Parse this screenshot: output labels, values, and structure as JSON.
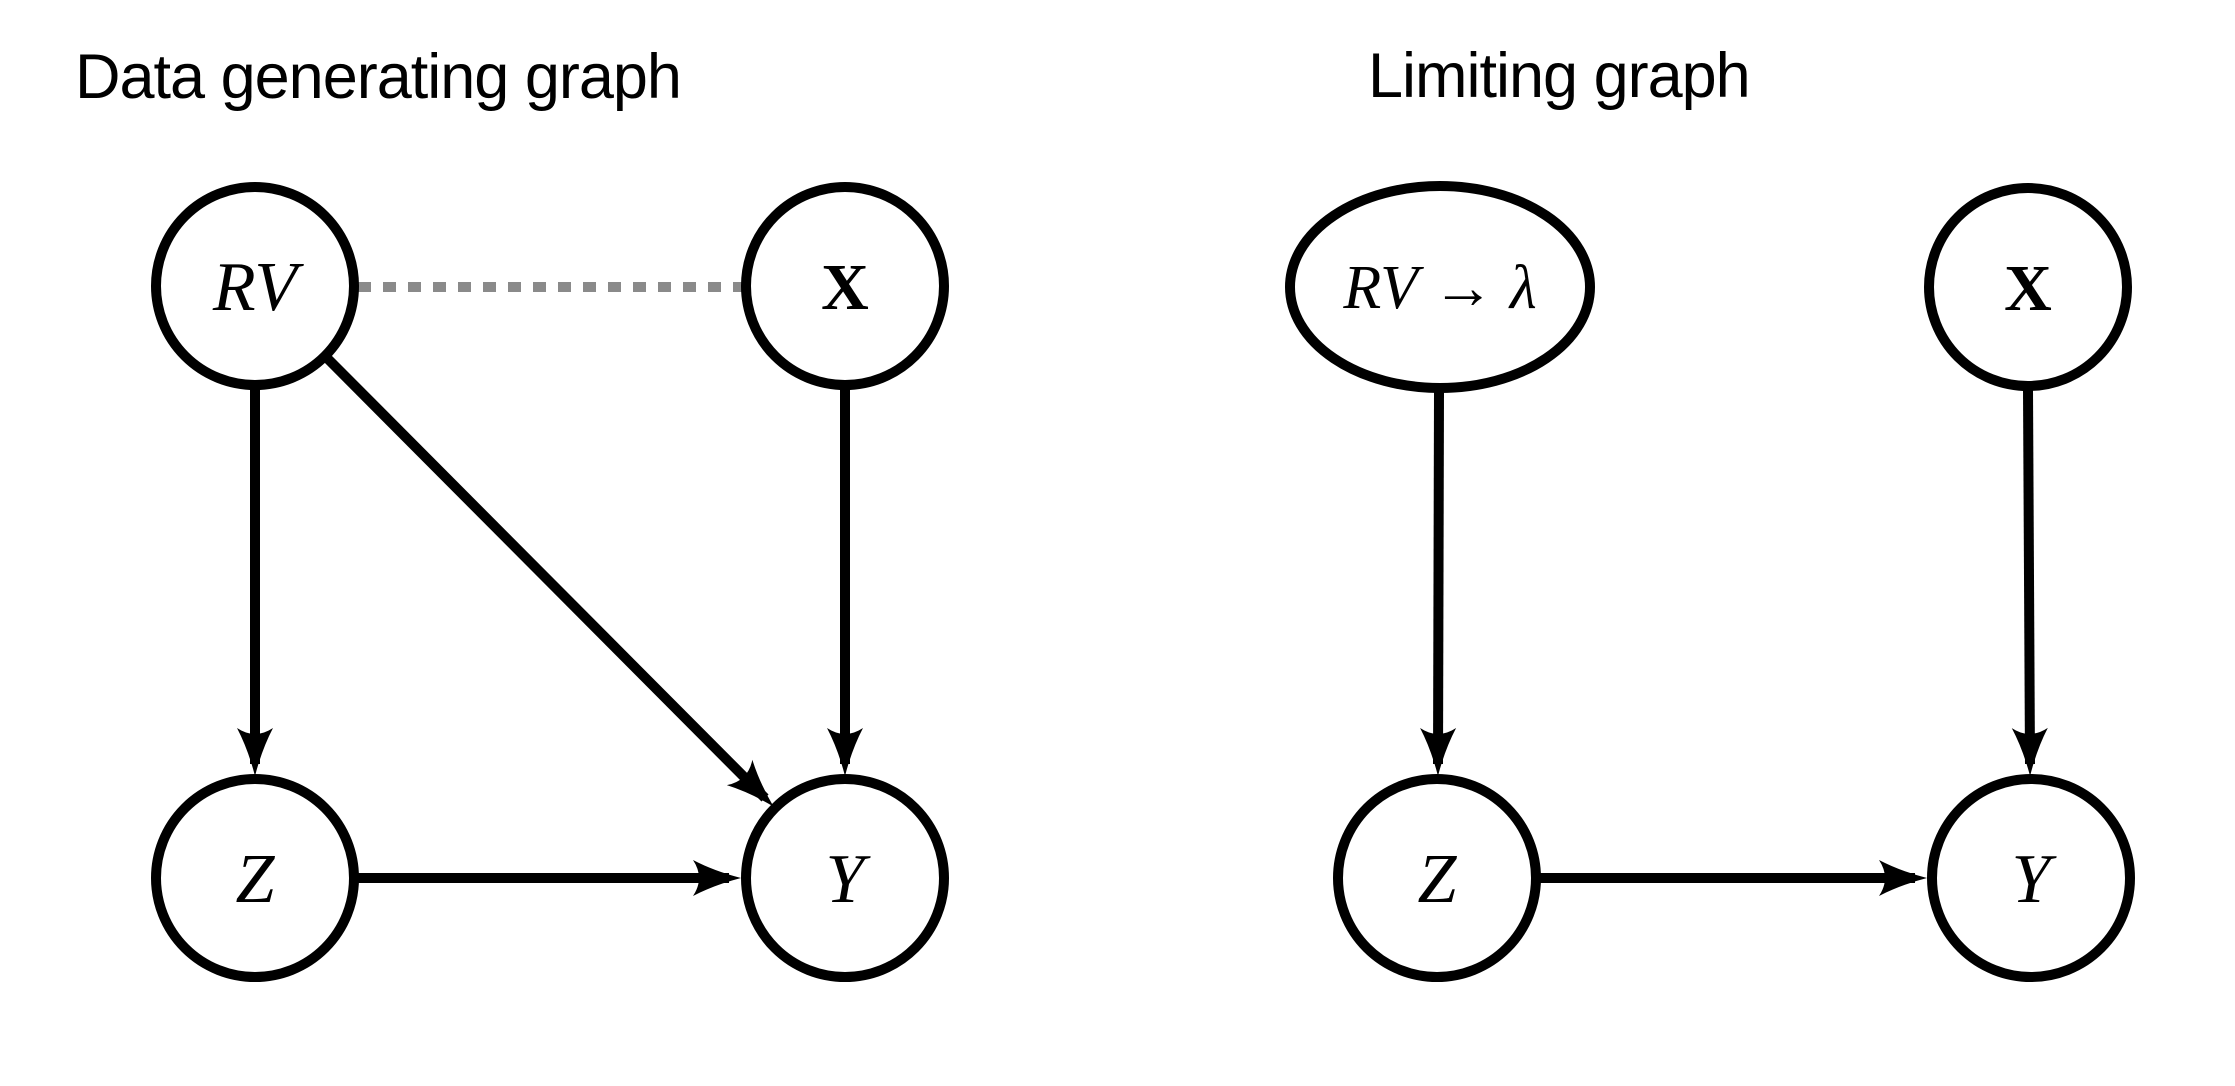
{
  "figure": {
    "type": "causal-graph-diagrams",
    "background": "#ffffff"
  },
  "left_graph": {
    "title": "Data generating graph",
    "nodes": {
      "rv": "RV",
      "x": "X",
      "z": "Z",
      "y": "Y"
    },
    "edges": [
      {
        "from": "RV",
        "to": "X",
        "type": "dashed-undirected",
        "color": "#8a8a8a"
      },
      {
        "from": "RV",
        "to": "Z",
        "type": "arrow",
        "color": "#000000"
      },
      {
        "from": "RV",
        "to": "Y",
        "type": "arrow",
        "color": "#000000"
      },
      {
        "from": "X",
        "to": "Y",
        "type": "arrow",
        "color": "#000000"
      },
      {
        "from": "Z",
        "to": "Y",
        "type": "arrow",
        "color": "#000000"
      }
    ]
  },
  "right_graph": {
    "title": "Limiting graph",
    "nodes": {
      "rv_lambda": "RV → λ",
      "x": "X",
      "z": "Z",
      "y": "Y"
    },
    "edges": [
      {
        "from": "RV → λ",
        "to": "Z",
        "type": "arrow",
        "color": "#000000"
      },
      {
        "from": "X",
        "to": "Y",
        "type": "arrow",
        "color": "#000000"
      },
      {
        "from": "Z",
        "to": "Y",
        "type": "arrow",
        "color": "#000000"
      }
    ]
  },
  "colors": {
    "line": "#000000",
    "dashed_edge": "#8a8a8a",
    "text": "#000000",
    "node_fill": "#ffffff"
  }
}
